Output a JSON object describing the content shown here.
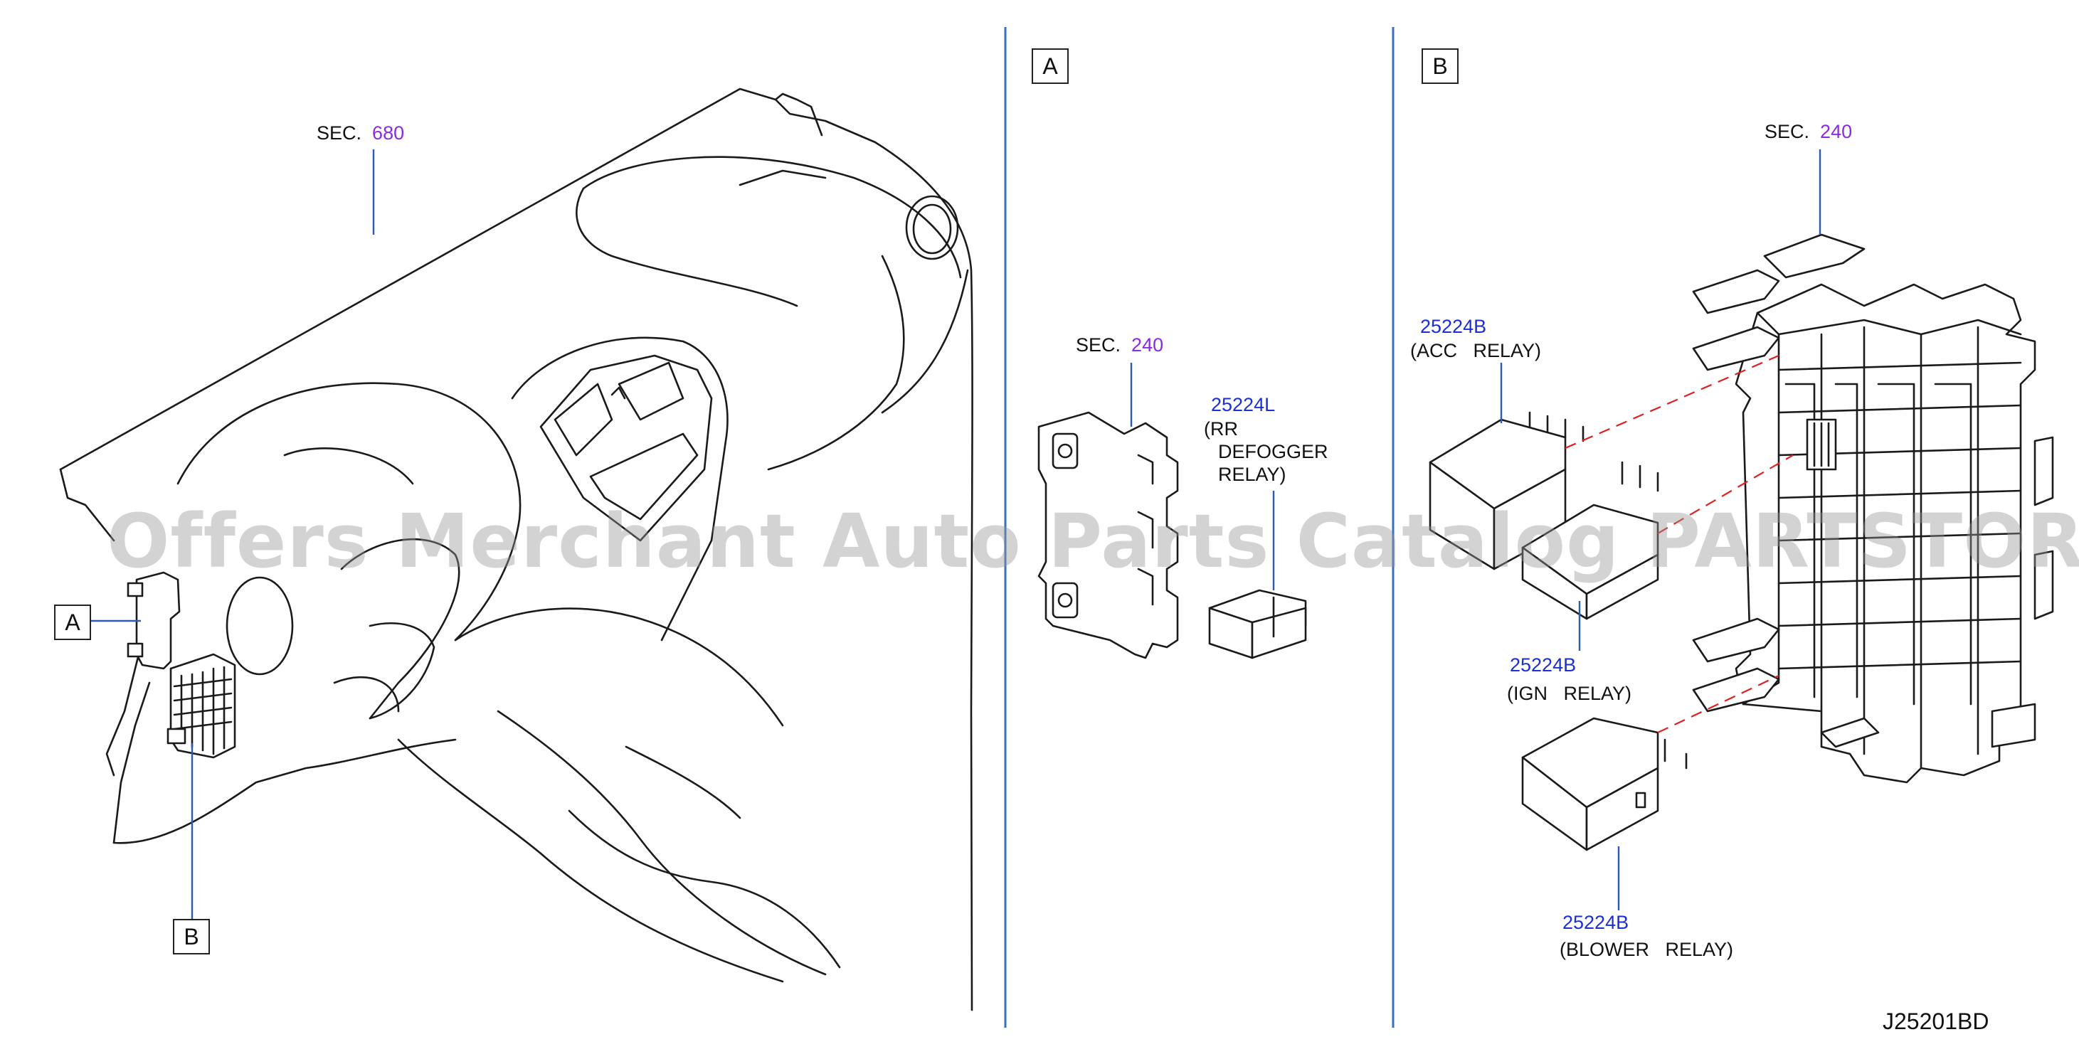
{
  "labels": {
    "sec_word": "SEC.",
    "sec_680": "680",
    "sec_240_a": "240",
    "sec_240_b": "240",
    "box_a": "A",
    "box_b": "B",
    "part_rr": "25224L",
    "part_rr_name_1": "(RR",
    "part_rr_name_2": "DEFOGGER",
    "part_rr_name_3": "RELAY)",
    "part_acc": "25224B",
    "part_acc_name": "(ACC   RELAY)",
    "part_ign": "25224B",
    "part_ign_name": "(IGN   RELAY)",
    "part_blower": "25224B",
    "part_blower_name": "(BLOWER   RELAY)",
    "diagram_code": "J25201BD"
  },
  "watermark": "Offers Merchant Auto Parts Catalog PARTSTORE.SA",
  "colors": {
    "line": "#1a1a1a",
    "leader": "#2b5bb5",
    "section_number": "#8a2be2",
    "part_number": "#1c2fd4",
    "dashed_guide": "#e02020",
    "divider": "#3a6fc0"
  }
}
